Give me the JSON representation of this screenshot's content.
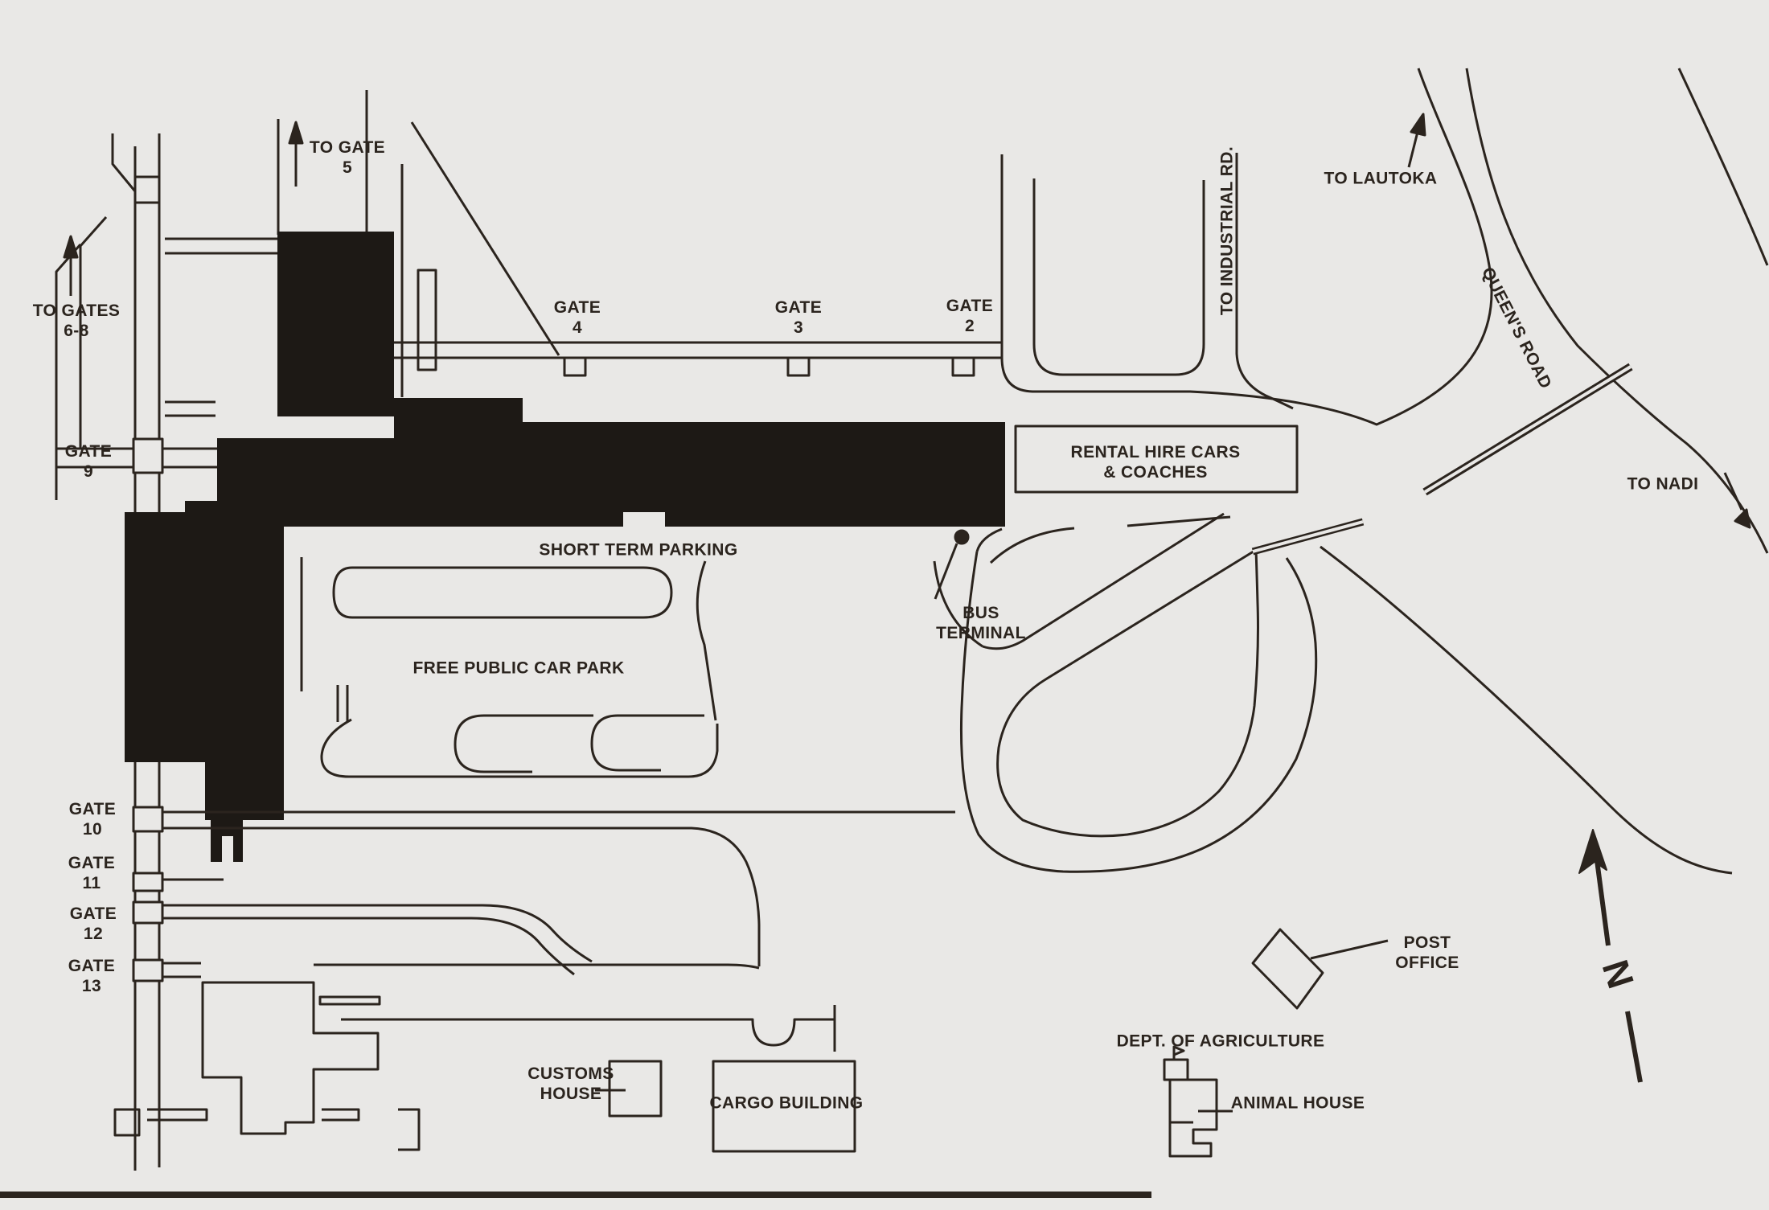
{
  "colors": {
    "background": "#e9e8e6",
    "ink": "#2b241e",
    "building_fill": "#1d1915"
  },
  "labels": {
    "to_gate_5": {
      "l1": "TO GATE",
      "l2": "5"
    },
    "to_gates_6_8": {
      "l1": "TO GATES",
      "l2": "6-8"
    },
    "gate_9": {
      "l1": "GATE",
      "l2": "9"
    },
    "gate_4": {
      "l1": "GATE",
      "l2": "4"
    },
    "gate_3": {
      "l1": "GATE",
      "l2": "3"
    },
    "gate_2": {
      "l1": "GATE",
      "l2": "2"
    },
    "gate_10": {
      "l1": "GATE",
      "l2": "10"
    },
    "gate_11": {
      "l1": "GATE",
      "l2": "11"
    },
    "gate_12": {
      "l1": "GATE",
      "l2": "12"
    },
    "gate_13": {
      "l1": "GATE",
      "l2": "13"
    },
    "to_industrial_rd": "TO INDUSTRIAL RD.",
    "to_lautoka": "TO LAUTOKA",
    "queens_road": "QUEEN'S ROAD",
    "to_nadi": "TO NADI",
    "rental": {
      "l1": "RENTAL HIRE CARS",
      "l2": "& COACHES"
    },
    "short_term_parking": "SHORT TERM PARKING",
    "bus_terminal": {
      "l1": "BUS",
      "l2": "TERMINAL"
    },
    "free_public_car_park": "FREE PUBLIC CAR PARK",
    "customs_house": {
      "l1": "CUSTOMS",
      "l2": "HOUSE"
    },
    "cargo_building": "CARGO BUILDING",
    "dept_agriculture": "DEPT. OF AGRICULTURE",
    "animal_house": "ANIMAL HOUSE",
    "post_office": {
      "l1": "POST",
      "l2": "OFFICE"
    },
    "north": "N"
  },
  "icons": {
    "to_gate_5_arrow": "up-arrow",
    "to_gates_6_8_arrow": "up-arrow",
    "to_lautoka_arrow": "up-arrow",
    "to_nadi_arrow": "down-right-arrow",
    "north_arrow": "north-compass-arrow",
    "bus_terminal_marker": "dot-marker"
  }
}
